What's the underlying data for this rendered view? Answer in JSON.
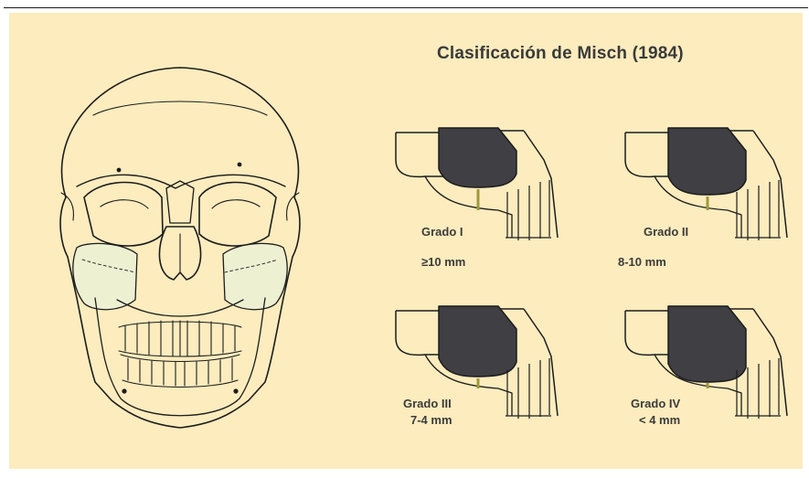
{
  "title": "Clasificación de Misch (1984)",
  "grades": [
    {
      "name": "Grado I",
      "range": "≥10 mm"
    },
    {
      "name": "Grado II",
      "range": "8-10 mm"
    },
    {
      "name": "Grado III",
      "range": "7-4 mm"
    },
    {
      "name": "Grado IV",
      "range": "< 4 mm"
    }
  ],
  "colors": {
    "background": "#fcecbe",
    "line": "#1c1c1c",
    "sinus": "#3f3f44",
    "bone_height_marker": "#9e9a3a"
  }
}
